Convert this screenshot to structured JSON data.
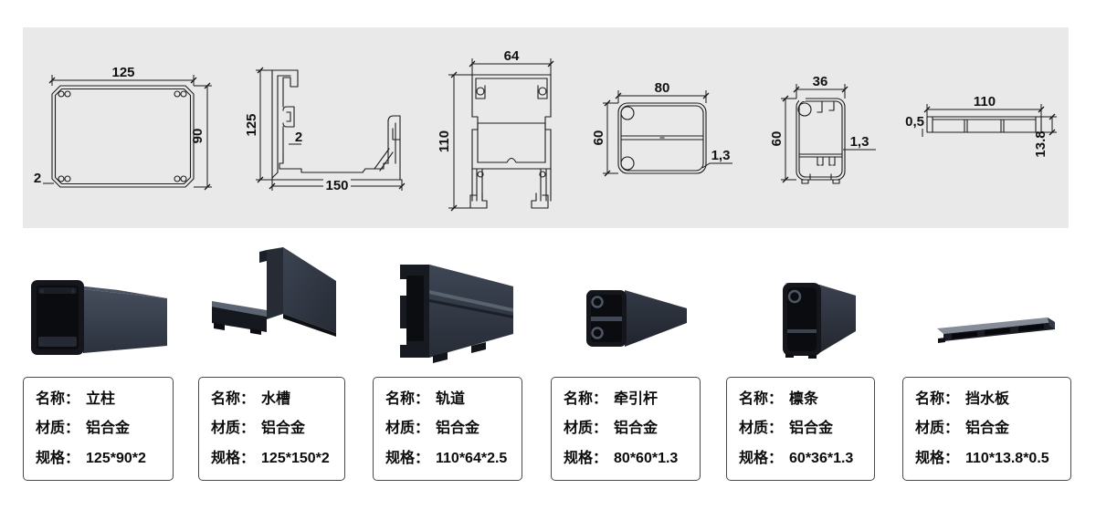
{
  "colors": {
    "panel_bg": "#e9e9e9",
    "drawing_line": "#1c1c1c",
    "card_border": "#4a4a4a",
    "text": "#0c0c0c",
    "metal_face": "#39404e",
    "metal_top": "#57606f",
    "metal_edge": "#14161c",
    "metal_hollow": "#0b0c10",
    "plank_top": "#878d98"
  },
  "drawings": [
    {
      "id": "column",
      "width": "125",
      "height": "90",
      "thickness": "2"
    },
    {
      "id": "gutter",
      "width": "150",
      "height": "125",
      "thickness": "2"
    },
    {
      "id": "track",
      "width": "64",
      "height": "110"
    },
    {
      "id": "traction_rod",
      "width": "80",
      "height": "60",
      "thickness": "1,3"
    },
    {
      "id": "purlin",
      "width": "36",
      "height": "60",
      "thickness": "1,3"
    },
    {
      "id": "water_baffle",
      "width": "110",
      "height": "13.8",
      "thickness": "0,5"
    }
  ],
  "cards": [
    {
      "fields": [
        {
          "label": "名称：",
          "value": "立柱"
        },
        {
          "label": "材质：",
          "value": "铝合金"
        },
        {
          "label": "规格：",
          "value": "125*90*2"
        }
      ]
    },
    {
      "fields": [
        {
          "label": "名称：",
          "value": "水槽"
        },
        {
          "label": "材质：",
          "value": "铝合金"
        },
        {
          "label": "规格：",
          "value": "125*150*2"
        }
      ]
    },
    {
      "fields": [
        {
          "label": "名称：",
          "value": "轨道"
        },
        {
          "label": "材质：",
          "value": "铝合金"
        },
        {
          "label": "规格：",
          "value": "110*64*2.5"
        }
      ]
    },
    {
      "fields": [
        {
          "label": "名称：",
          "value": "牵引杆"
        },
        {
          "label": "材质：",
          "value": "铝合金"
        },
        {
          "label": "规格：",
          "value": "80*60*1.3"
        }
      ]
    },
    {
      "fields": [
        {
          "label": "名称：",
          "value": "檩条"
        },
        {
          "label": "材质：",
          "value": "铝合金"
        },
        {
          "label": "规格：",
          "value": "60*36*1.3"
        }
      ]
    },
    {
      "fields": [
        {
          "label": "名称：",
          "value": "挡水板"
        },
        {
          "label": "材质：",
          "value": "铝合金"
        },
        {
          "label": "规格：",
          "value": "110*13.8*0.5"
        }
      ]
    }
  ]
}
